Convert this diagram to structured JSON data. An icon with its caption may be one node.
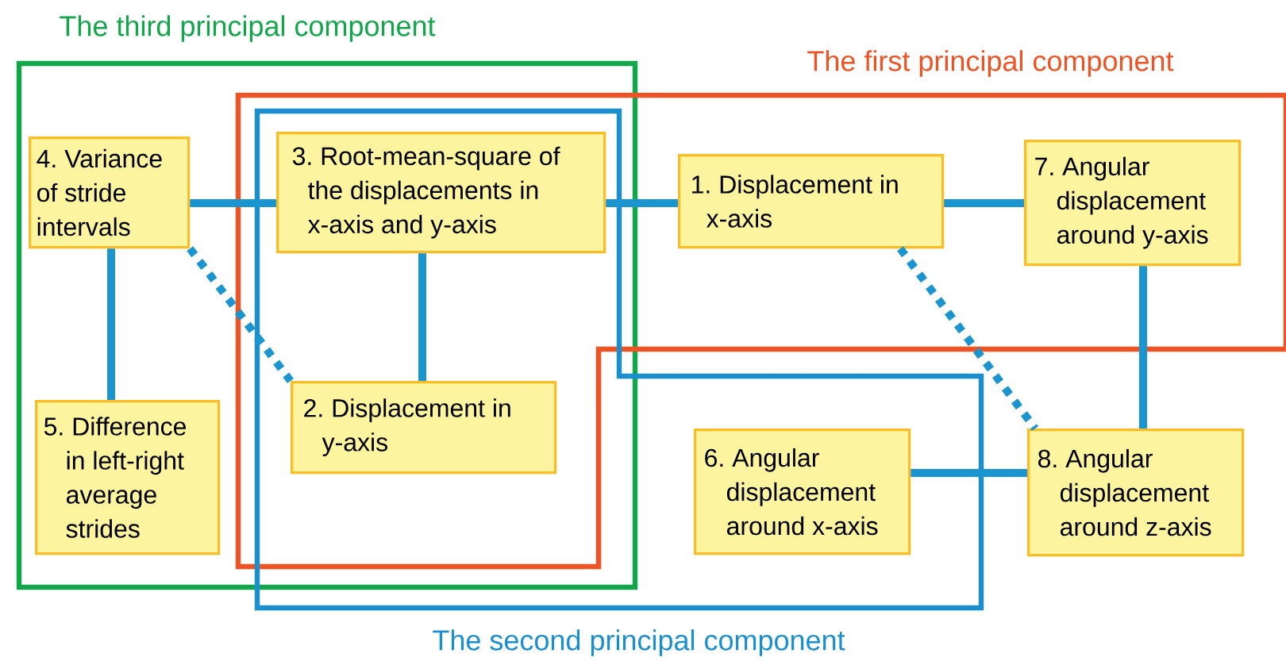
{
  "diagram": {
    "nodes": [
      {
        "text": [
          "The third principal component"
        ]
      },
      {
        "text": [
          "The first principal component"
        ]
      },
      {
        "text": [
          "The second principal component"
        ]
      },
      {
        "text": [
          "4. Variance of stride intervals"
        ],
        "in": 0
      },
      {
        "text": [
          "3. Root-mean-square of the displacements in x-axis and y-axis"
        ]
      },
      {
        "text": [
          "1. Displacement in x-axis"
        ],
        "in": 1
      },
      {
        "text": [
          "7. Angular displacement around y-axis"
        ],
        "in": 1
      },
      {
        "text": [
          "5. Difference in left-right average strides"
        ],
        "in": 0
      },
      {
        "text": [
          "2. Displacement in y-axis"
        ]
      },
      {
        "text": [
          "6. Angular displacement around x-axis"
        ],
        "in": 2
      },
      {
        "text": [
          "8. Angular displacement around z-axis"
        ]
      }
    ],
    "edges": [
      {
        "from": 3,
        "to": 4,
        "arrow": "none"
      },
      {
        "from": 4,
        "to": 5,
        "arrow": "none"
      },
      {
        "from": 5,
        "to": 6,
        "arrow": "none"
      },
      {
        "from": 3,
        "to": 7,
        "arrow": "none"
      },
      {
        "from": 4,
        "to": 8,
        "arrow": "none"
      },
      {
        "from": 3,
        "to": 8,
        "arrow": "none",
        "style": "dashed"
      },
      {
        "from": 5,
        "to": 10,
        "arrow": "none",
        "style": "dashed"
      },
      {
        "from": 6,
        "to": 10,
        "arrow": "none"
      },
      {
        "from": 9,
        "to": 10,
        "arrow": "none"
      }
    ]
  }
}
